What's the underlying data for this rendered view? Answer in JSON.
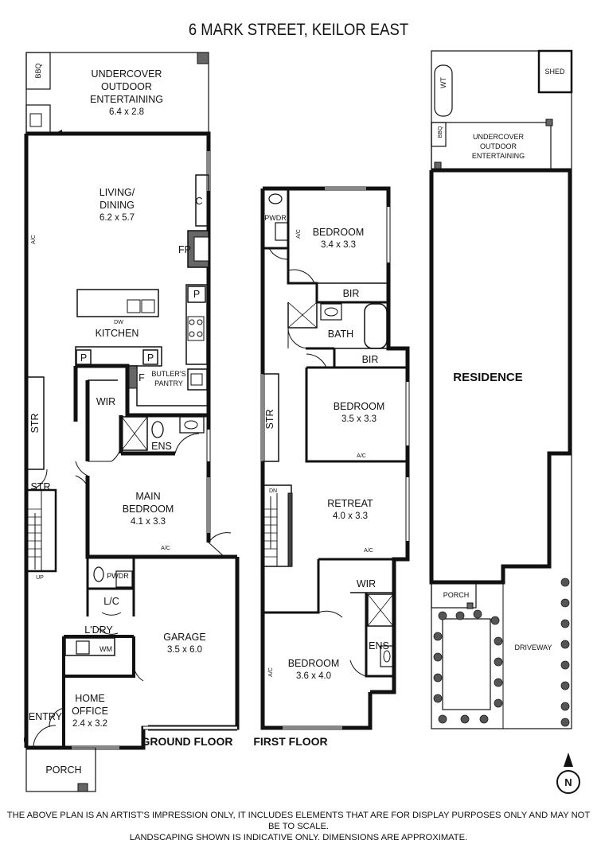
{
  "title": "6 MARK STREET, KEILOR EAST",
  "disclaimer": {
    "line1": "THE ABOVE PLAN IS AN ARTIST'S IMPRESSION ONLY, IT INCLUDES ELEMENTS THAT ARE FOR DISPLAY PURPOSES ONLY AND MAY NOT BE TO SCALE.",
    "line2": "LANDSCAPING SHOWN IS INDICATIVE ONLY. DIMENSIONS ARE APPROXIMATE."
  },
  "ground_floor": {
    "label": "GROUND FLOOR",
    "outdoor": {
      "l1": "UNDERCOVER",
      "l2": "OUTDOOR",
      "l3": "ENTERTAINING",
      "dims": "6.4 x 2.8"
    },
    "bbq": "BBQ",
    "living": {
      "l1": "LIVING/",
      "l2": "DINING",
      "dims": "6.2 x 5.7"
    },
    "ac": "A/C",
    "c": "C",
    "fp": "FP",
    "p": "P",
    "dw": "DW",
    "kitchen": "KITCHEN",
    "butlers": {
      "l1": "BUTLER'S",
      "l2": "PANTRY"
    },
    "f": "F",
    "wir": "WIR",
    "str": "STR",
    "ens": "ENS",
    "main_bedroom": {
      "l1": "MAIN",
      "l2": "BEDROOM",
      "dims": "4.1 x 3.3"
    },
    "up": "UP",
    "pwdr": "PWDR",
    "lc": "L/C",
    "ldry": "L'DRY",
    "wm": "WM",
    "garage": {
      "name": "GARAGE",
      "dims": "3.5 x 6.0"
    },
    "home_office": {
      "l1": "HOME",
      "l2": "OFFICE",
      "dims": "2.4 x 3.2"
    },
    "entry": "ENTRY",
    "porch": "PORCH"
  },
  "first_floor": {
    "label": "FIRST FLOOR",
    "pwdr": "PWDR",
    "ac": "A/C",
    "bedroom1": {
      "name": "BEDROOM",
      "dims": "3.4 x 3.3"
    },
    "bir": "BIR",
    "bath": "BATH",
    "bedroom2": {
      "name": "BEDROOM",
      "dims": "3.5 x 3.3"
    },
    "str": "STR",
    "dn": "DN",
    "retreat": {
      "name": "RETREAT",
      "dims": "4.0 x 3.3"
    },
    "wir": "WIR",
    "ens": "ENS",
    "bedroom3": {
      "name": "BEDROOM",
      "dims": "3.6 x 4.0"
    }
  },
  "site": {
    "wt": "WT",
    "shed": "SHED",
    "bbq": "BBQ",
    "outdoor": {
      "l1": "UNDERCOVER",
      "l2": "OUTDOOR",
      "l3": "ENTERTAINING"
    },
    "residence": "RESIDENCE",
    "porch": "PORCH",
    "driveway": "DRIVEWAY"
  },
  "north": "N"
}
